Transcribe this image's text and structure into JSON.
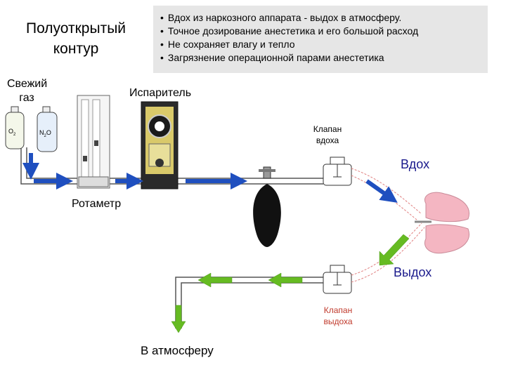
{
  "title": {
    "line1": "Полуоткрытый",
    "line2": "контур"
  },
  "info": {
    "bullets": [
      "Вдох из наркозного аппарата - выдох в атмосферу.",
      "Точное дозирование анестетика и его большой расход",
      "Не сохраняет влагу и тепло",
      "Загрязнение операционной парами анестетика"
    ]
  },
  "labels": {
    "fresh_gas_1": "Свежий",
    "fresh_gas_2": "газ",
    "vaporizer": "Испаритель",
    "rotameter": "Ротаметр",
    "insp_valve_1": "Клапан",
    "insp_valve_2": "вдоха",
    "exp_valve_1": "Клапан",
    "exp_valve_2": "выдоха",
    "inhale": "Вдох",
    "exhale": "Выдох",
    "to_atmosphere": "В атмосферу",
    "o2": "O",
    "o2_sub": "2",
    "n2o": "N",
    "n2o_sub": "2",
    "n2o_end": "O"
  },
  "colors": {
    "blue_arrow": "#1f4fbf",
    "green_arrow": "#66bb22",
    "pipe": "#555555",
    "bag": "#111111",
    "lung": "#f4b6c2",
    "info_bg": "#e6e6e6"
  }
}
